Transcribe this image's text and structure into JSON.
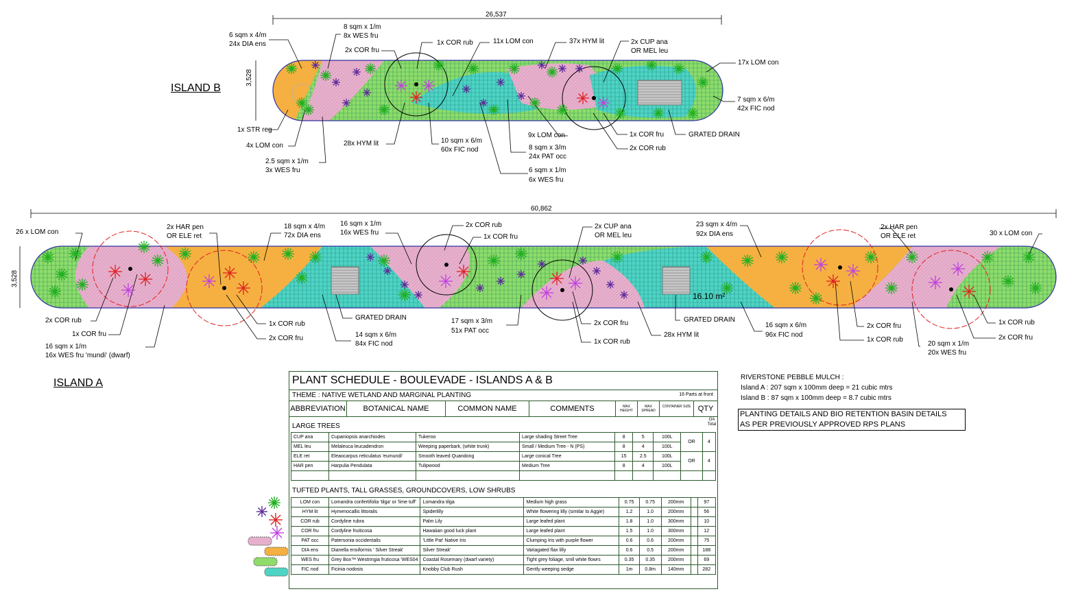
{
  "islandB": {
    "title": "ISLAND B",
    "dim_length": "26,537",
    "dim_width": "3,528",
    "labels": [
      "6 sqm x 4/m",
      "24x DIA ens",
      "8 sqm x 1/m",
      "8x WES fru",
      "2x COR fru",
      "1x COR rub",
      "11x LOM con",
      "37x HYM lit",
      "2x CUP ana",
      "OR MEL leu",
      "17x LOM con",
      "7 sqm x 6/m",
      "42x FIC nod",
      "GRATED DRAIN",
      "1x COR fru",
      "2x COR rub",
      "9x LOM con",
      "8 sqm x 3/m",
      "24x PAT occ",
      "6 sqm x 1/m",
      "6x WES fru",
      "10 sqm x 6/m",
      "60x FIC nod",
      "28x HYM lit",
      "2.5 sqm x 1/m",
      "3x WES fru",
      "4x LOM con",
      "1x STR reg"
    ]
  },
  "islandA": {
    "title": "ISLAND A",
    "dim_length": "60,862",
    "dim_width": "3,528",
    "area_label": "16.10 m²",
    "labels": [
      "26 x LOM con",
      "2x HAR pen",
      "OR ELE ret",
      "18 sqm x 4/m",
      "72x DIA ens",
      "16 sqm x 1/m",
      "16x WES fru",
      "2x COR rub",
      "1x COR fru",
      "2x CUP ana",
      "OR MEL leu",
      "23 sqm x 4/m",
      "92x DIA ens",
      "2x HAR pen",
      "OR  ELE ret",
      "30 x LOM con",
      "2x COR rub",
      "1x COR fru",
      "16 sqm x 1/m",
      "16x WES fru 'mundi' (dwarf)",
      "1x COR rub",
      "2x COR fru",
      "GRATED DRAIN",
      "14 sqm x 6/m",
      "84x FIC nod",
      "17 sqm x 3/m",
      "51x PAT occ",
      "2x COR fru",
      "1x COR rub",
      "28x HYM lit",
      "GRATED DRAIN",
      "16 sqm x 6/m",
      "96x FIC nod",
      "2x COR fru",
      "1x COR rub",
      "20 sqm x 1/m",
      "20x WES fru",
      "1x COR rub",
      "2x COR fru"
    ]
  },
  "schedule": {
    "title": "PLANT SCHEDULE - BOULEVADE - ISLANDS A & B",
    "theme": "THEME : NATIVE WETLAND AND MARGINAL PLANTING",
    "parts": "16 Parts at front",
    "columns": [
      "ABBREVIATION",
      "BOTANICAL NAME",
      "COMMON NAME",
      "COMMENTS",
      "MAX HEIGHT",
      "MAX SPREAD",
      "CONTAINER SIZE",
      "QTY"
    ],
    "oa_total": "OA Total",
    "section_trees": "LARGE TREES",
    "trees": [
      [
        "CUP ana",
        "Cupaniopsis anarchiodes",
        "Tukeroo",
        "Large shading Street Tree",
        "8",
        "5",
        "100L"
      ],
      [
        "MEL leu",
        "Melaleuca  leucadendron",
        "Weeping paperbark, (white trunk)",
        "Small / Medium Tree - N (PS)",
        "8",
        "4",
        "100L"
      ],
      [
        "ELE ret",
        "Eleaocarpus reticulatus 'eumundi'",
        "Smooth leaved Quandong",
        "Large conical Tree",
        "15",
        "2.5",
        "100L"
      ],
      [
        "HAR pen",
        "Harpulia Pendulata",
        "Tulipwood",
        "Medium Tree",
        "8",
        "4",
        "100L"
      ]
    ],
    "or": "OR",
    "tree_qty": [
      "4",
      "4"
    ],
    "section_plants": "TUFTED PLANTS, TALL GRASSES, GROUNDCOVERS, LOW SHRUBS",
    "plants": [
      [
        "LOM con",
        "Lomandra confertifolia 'tilga' or 'lime tuff'",
        "Lomandra tilga",
        "Medium high grass",
        "0.75",
        "0.75",
        "200mm",
        "97"
      ],
      [
        "HYM lit",
        "Hymenocallis littoralis",
        "Spiderlilly",
        "White flowering lilly (similar to Aggie)",
        "1.2",
        "1.0",
        "200mm",
        "56"
      ],
      [
        "COR rub",
        "Cordyline rubra",
        "Palm Lily",
        "Large leafed plant",
        "1.8",
        "1.0",
        "300mm",
        "10"
      ],
      [
        "COR fru",
        "Cordyline fruiticosa",
        "Hawaiian good luck plant",
        "Large leafed plant",
        "1.5",
        "1.0",
        "300mm",
        "12"
      ],
      [
        "PAT occ",
        "Patersonia occidentalis",
        "'Little Pat' Native Iris",
        "Clumping Iris with purple flower",
        "0.6",
        "0.6",
        "200mm",
        "75"
      ],
      [
        "DIA ens",
        "Dianella ensiformis ' Silver Streak'",
        "Silver Streak'",
        "Variagated flax lilly",
        "0.6",
        "0.5",
        "200mm",
        "188"
      ],
      [
        "WES fru",
        "Grey Box™ Westringia fruticosa 'WES04",
        "Coastal Rosemary (dwarf variety)",
        "Tight grey foliage, smll white flowrs",
        "0.35",
        "0.35",
        "200mm",
        "69"
      ],
      [
        "FIC nod",
        "Ficinia nodosis",
        "Knobby Club Rush",
        "Gently weeping sedge",
        "1m",
        "0.8m",
        "140mm",
        "282"
      ]
    ]
  },
  "mulch": {
    "title": "RIVERSTONE PEBBLE MULCH :",
    "lineA": "Island A : 207 sqm x 100mm deep = 21 cubic mtrs",
    "lineB": "Island B : 87 sqm x 100mm deep = 8.7 cubic mtrs"
  },
  "details": {
    "line1": "PLANTING DETAILS AND BIO RETENTION BASIN DETAILS",
    "line2": "AS PER  PREVIOUSLY APPROVED RPS  PLANS"
  },
  "colors": {
    "border": "#2d5a2d",
    "orange": "#f5b041",
    "green": "#7dce5a",
    "teal": "#4fd1c5",
    "pink": "#e8a0c8",
    "red": "#e02020",
    "purple": "#5b2a9a",
    "magenta": "#c040e0"
  }
}
